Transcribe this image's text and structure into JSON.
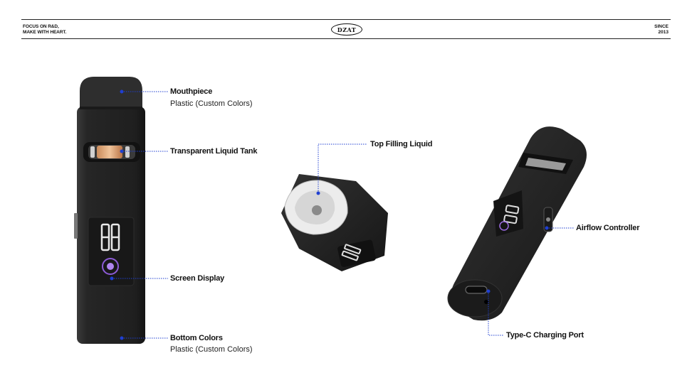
{
  "header": {
    "tagline_line1": "FOCUS ON R&D,",
    "tagline_line2": "MAKE WITH HEART.",
    "logo_text": "DZAT",
    "since_line1": "SINCE",
    "since_line2": "2013"
  },
  "screen_digits": "88",
  "callouts": {
    "mouthpiece": {
      "title": "Mouthpiece",
      "sub": "Plastic (Custom Colors)"
    },
    "tank": {
      "title": "Transparent Liquid Tank"
    },
    "screen": {
      "title": "Screen Display"
    },
    "bottom": {
      "title": "Bottom Colors",
      "sub": "Plastic (Custom Colors)"
    },
    "filling": {
      "title": "Top Filling Liquid"
    },
    "airflow": {
      "title": "Airflow Controller"
    },
    "typec": {
      "title": "Type-C Charging Port"
    }
  },
  "colors": {
    "accent": "#1f3fd1",
    "body": "#232323",
    "mouthpiece": "#2b2b2b"
  }
}
